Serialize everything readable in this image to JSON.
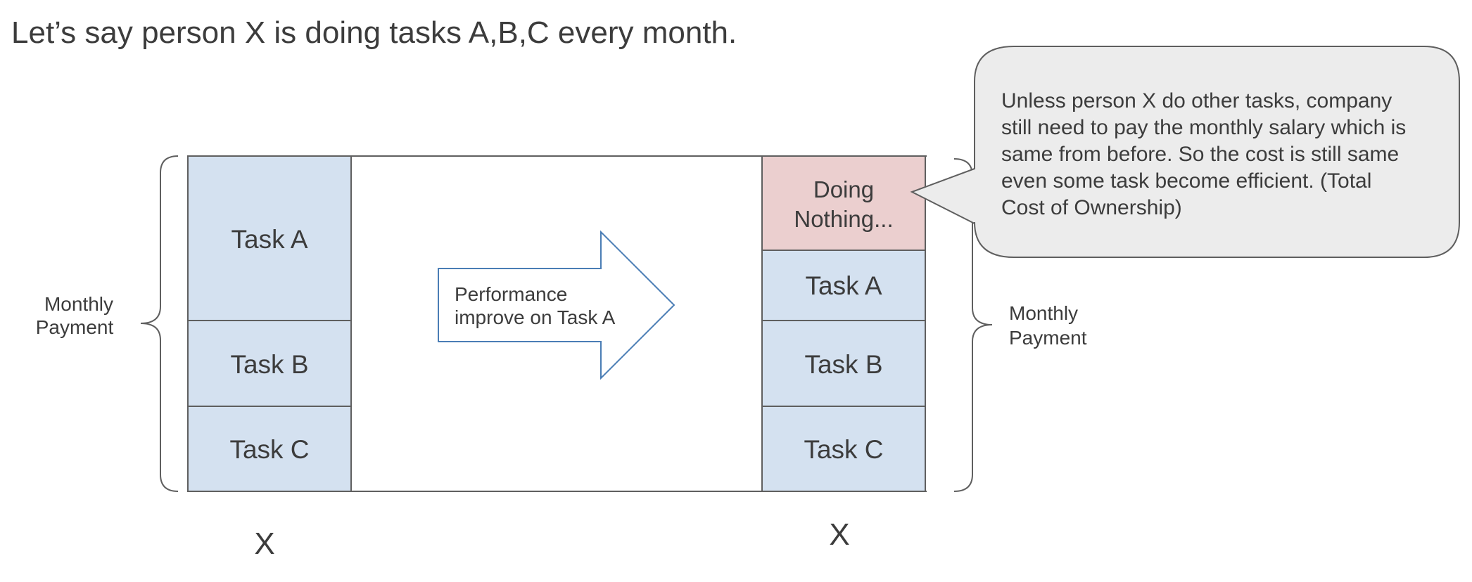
{
  "title": "Let’s say person X is doing tasks A,B,C every month.",
  "colors": {
    "task_fill": "#d4e1f0",
    "nothing_fill": "#ebcfcf",
    "border": "#5f5f5f",
    "arrow_stroke": "#4a7db5",
    "callout_fill": "#ececec"
  },
  "left_stack": {
    "tasks": [
      "Task A",
      "Task B",
      "Task C"
    ],
    "person_label": "X",
    "brace_label": [
      "Monthly",
      "Payment"
    ]
  },
  "arrow_label": [
    "Performance",
    "improve on Task A"
  ],
  "right_stack": {
    "idle_label": [
      "Doing",
      "Nothing..."
    ],
    "tasks": [
      "Task A",
      "Task B",
      "Task C"
    ],
    "person_label": "X",
    "brace_label": [
      "Monthly",
      "Payment"
    ]
  },
  "callout": {
    "lines": [
      "Unless person X do other tasks, company",
      "still need to pay the monthly salary which is",
      "same from before. So the cost is still same",
      "even some task become efficient. (Total",
      "Cost of Ownership)"
    ]
  }
}
